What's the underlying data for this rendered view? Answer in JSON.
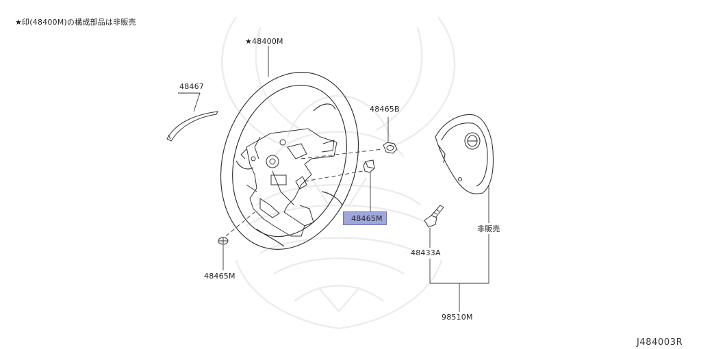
{
  "note": "★印(48400M)の構成部品は非販売",
  "parts": {
    "steering_wheel": "★48400M",
    "finisher": "48467",
    "nut": "48465B",
    "clip_highlighted": "48465M",
    "clip_lower": "48465M",
    "bolt": "48433A",
    "airbag_module": "98510M"
  },
  "not_sold_label": "非販売",
  "diagram_code": "J484003R",
  "highlight_color": "#9fa6dc"
}
